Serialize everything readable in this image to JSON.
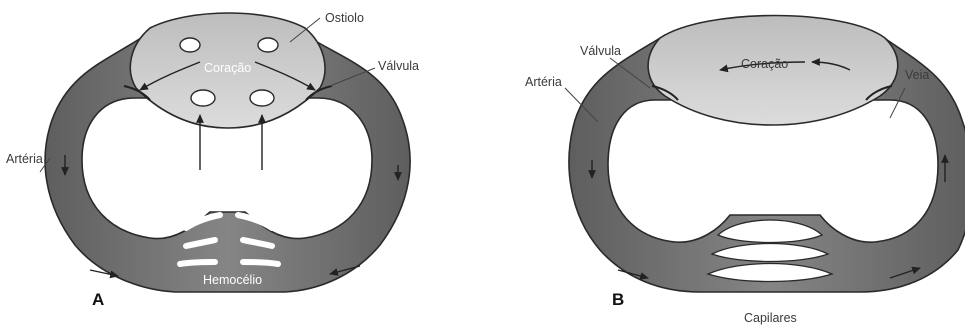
{
  "panels": {
    "a": {
      "letter": "A",
      "labels": {
        "ostiolo": "Ostiolo",
        "coracao": "Coração",
        "valvula": "Válvula",
        "arteria": "Artéria",
        "hemocelio": "Hemocélio"
      }
    },
    "b": {
      "letter": "B",
      "labels": {
        "valvula": "Válvula",
        "coracao": "Coração",
        "arteria": "Artéria",
        "veia": "Veia",
        "capilares": "Capilares"
      }
    }
  },
  "colors": {
    "vessel": "#6e6e6e",
    "heart": "#cfcfcf",
    "outline": "#2a2a2a",
    "arrow": "#222222"
  }
}
